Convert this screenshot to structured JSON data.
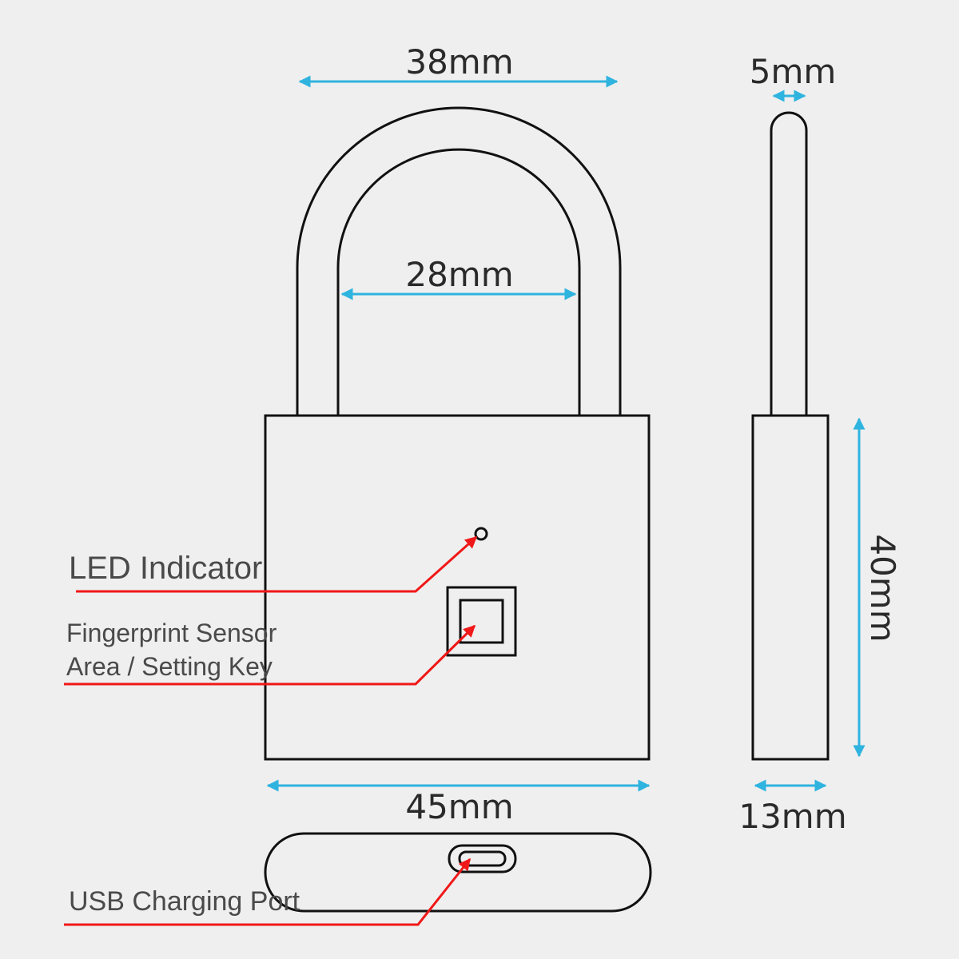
{
  "diagram": {
    "title": "Fingerprint Padlock Dimensions",
    "colors": {
      "background": "#efefef",
      "outline": "#111111",
      "dimension": "#2fb3df",
      "callout": "#f01818",
      "text": "#2a2a2a"
    },
    "dimensions": {
      "shackle_outer_width": "38mm",
      "shackle_inner_width": "28mm",
      "shackle_thickness": "5mm",
      "body_width": "45mm",
      "body_height": "40mm",
      "body_depth": "13mm"
    },
    "callouts": {
      "led": "LED Indicator",
      "sensor_line1": "Fingerprint Sensor",
      "sensor_line2": "Area / Setting Key",
      "usb": "USB Charging Port"
    }
  }
}
